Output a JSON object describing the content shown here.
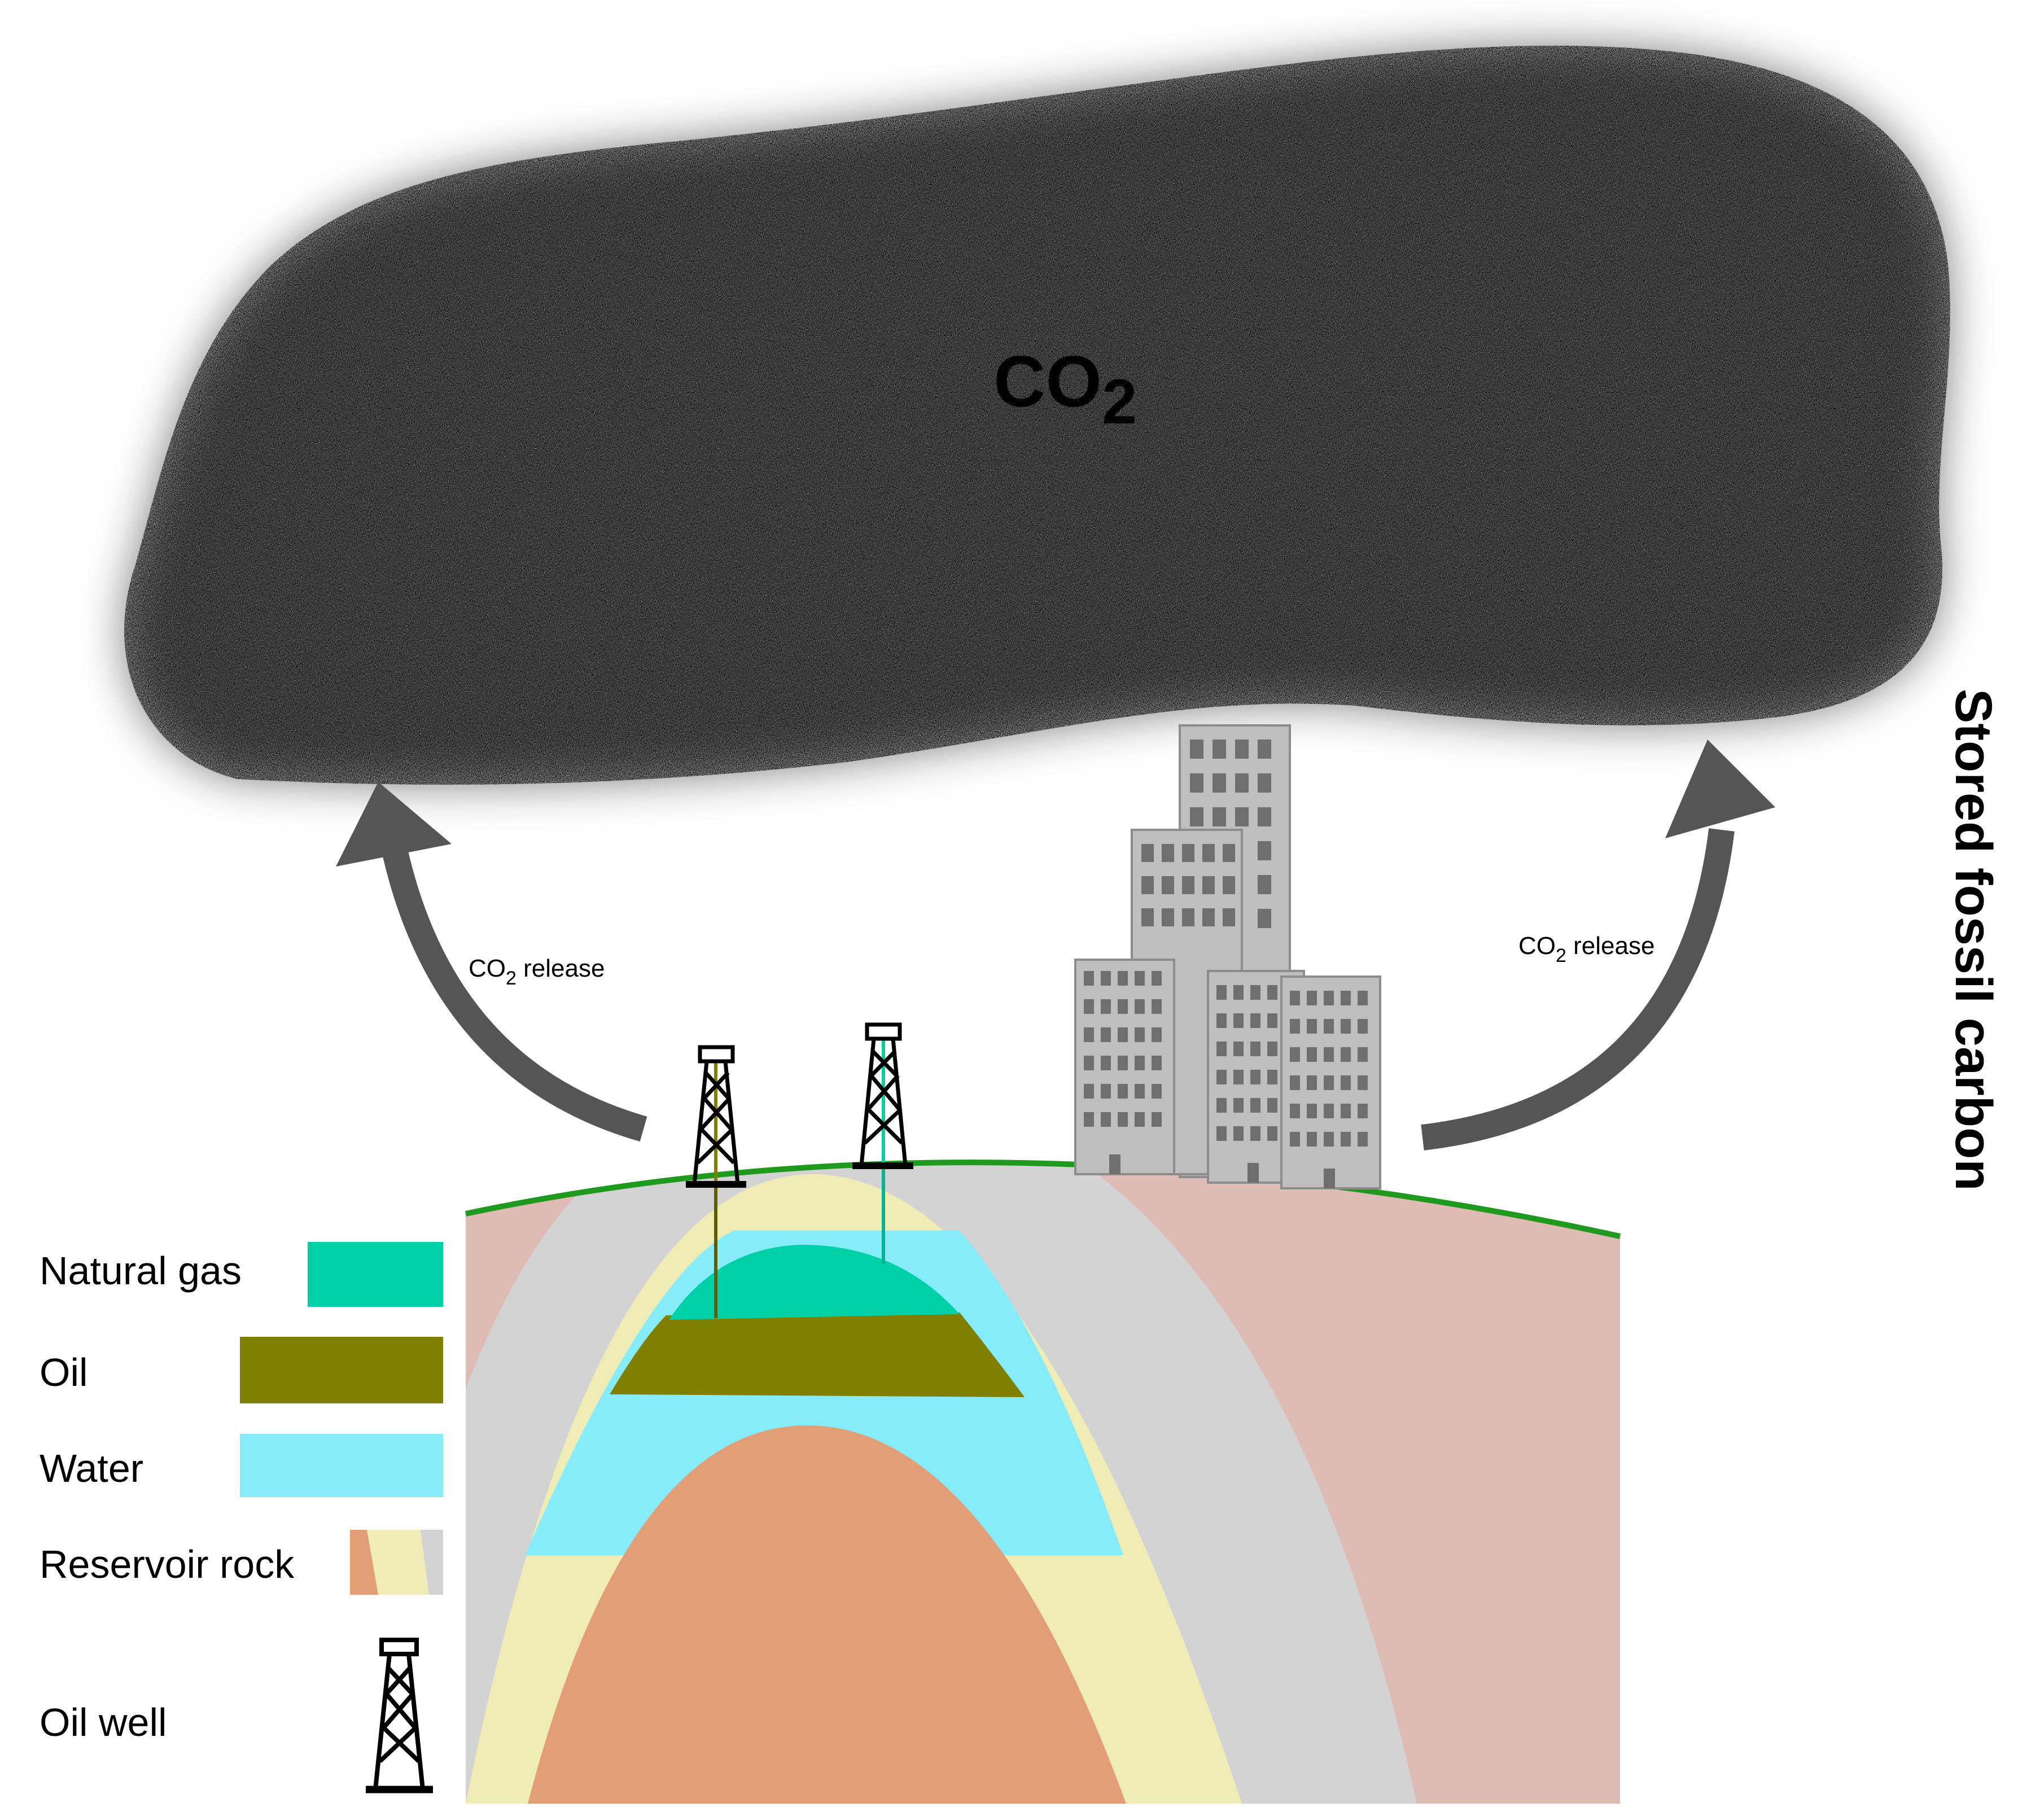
{
  "atmosphere": {
    "label_main": "CO",
    "label_sub": "2"
  },
  "arrows": {
    "left": {
      "main": "CO",
      "sub": "2",
      "tail": " release"
    },
    "right": {
      "main": "CO",
      "sub": "2",
      "tail": " release"
    }
  },
  "side_title": "Stored fossil carbon",
  "legend": [
    {
      "label": "Natural gas",
      "icon": "natural-gas-swatch"
    },
    {
      "label": "Oil",
      "icon": "oil-swatch"
    },
    {
      "label": "Water",
      "icon": "water-swatch"
    },
    {
      "label": "Reservoir rock",
      "icon": "reservoir-rock-swatch"
    },
    {
      "label": "Oil well",
      "icon": "oil-well-icon"
    }
  ],
  "colors": {
    "natural_gas": "#00D0A5",
    "oil": "#807F00",
    "water": "#86ECFA",
    "rock_orange": "#E29E77",
    "rock_yellow": "#F0ECB5",
    "rock_gray": "#D3D3D3",
    "overburden": "#DFBBB5",
    "ground_line": "#1F9A1F",
    "arrow": "#555555",
    "building": "#BEBEBE",
    "window": "#6E6E6E"
  }
}
